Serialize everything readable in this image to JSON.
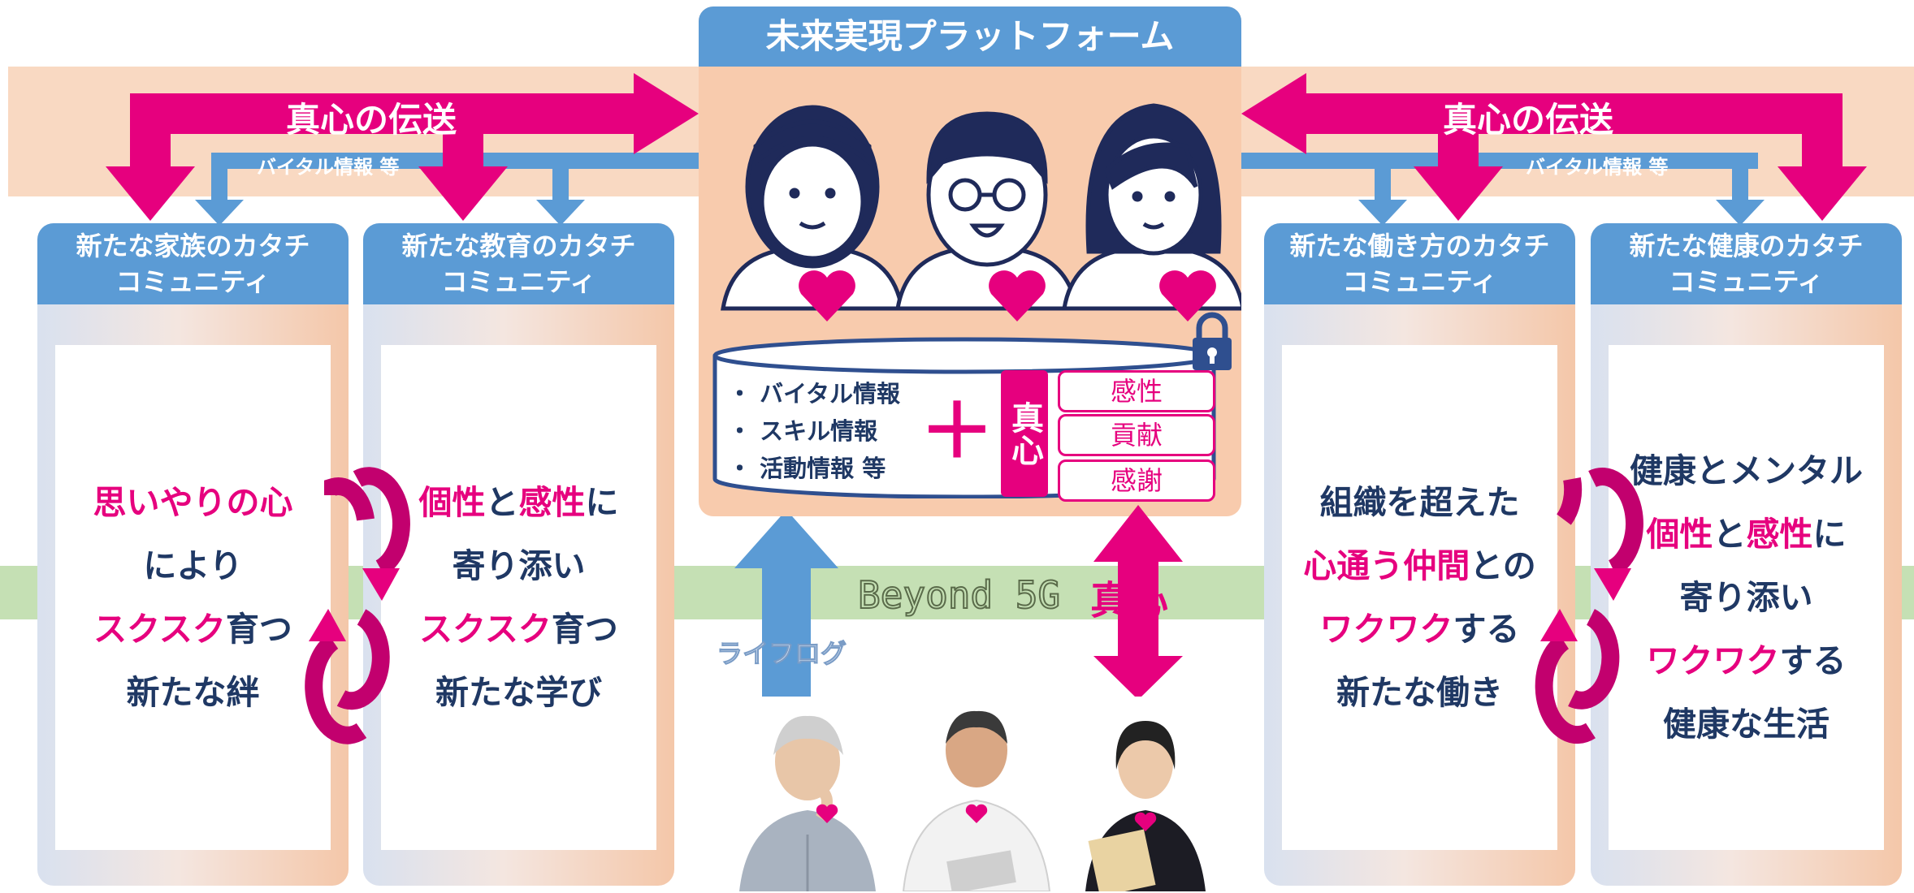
{
  "platform": {
    "title": "未来実現プラットフォーム",
    "data_items": [
      "バイタル情報",
      "スキル情報",
      "活動情報 等"
    ],
    "plus": "＋",
    "shinshin_badge": "真心",
    "heart_values": [
      "感性",
      "貢献",
      "感謝"
    ]
  },
  "transmission": {
    "left_label": "真心の伝送",
    "right_label": "真心の伝送",
    "left_vital": "バイタル情報 等",
    "right_vital": "バイタル情報 等"
  },
  "network": {
    "label": "Beyond 5G",
    "shinshin": "真心",
    "lifelog": "ライフログ"
  },
  "communities": [
    {
      "title_1": "新たな家族のカタチ",
      "title_2": "コミュニティ",
      "lines": [
        [
          {
            "t": "思いやりの心",
            "pink": true
          }
        ],
        [
          {
            "t": "により",
            "pink": false
          }
        ],
        [
          {
            "t": "スクスク",
            "pink": true
          },
          {
            "t": "育つ",
            "pink": false
          }
        ],
        [
          {
            "t": "新たな絆",
            "pink": false
          }
        ]
      ]
    },
    {
      "title_1": "新たな教育のカタチ",
      "title_2": "コミュニティ",
      "lines": [
        [
          {
            "t": "個性",
            "pink": true
          },
          {
            "t": "と",
            "pink": false
          },
          {
            "t": "感性",
            "pink": true
          },
          {
            "t": "に",
            "pink": false
          }
        ],
        [
          {
            "t": "寄り添い",
            "pink": false
          }
        ],
        [
          {
            "t": "スクスク",
            "pink": true
          },
          {
            "t": "育つ",
            "pink": false
          }
        ],
        [
          {
            "t": "新たな学び",
            "pink": false
          }
        ]
      ]
    },
    {
      "title_1": "新たな働き方のカタチ",
      "title_2": "コミュニティ",
      "lines": [
        [
          {
            "t": "組織を超えた",
            "pink": false
          }
        ],
        [
          {
            "t": "心通う仲間",
            "pink": true
          },
          {
            "t": "との",
            "pink": false
          }
        ],
        [
          {
            "t": "ワクワク",
            "pink": true
          },
          {
            "t": "する",
            "pink": false
          }
        ],
        [
          {
            "t": "新たな働き",
            "pink": false
          }
        ]
      ]
    },
    {
      "title_1": "新たな健康のカタチ",
      "title_2": "コミュニティ",
      "lines": [
        [
          {
            "t": "健康とメンタル",
            "pink": false
          }
        ],
        [
          {
            "t": "個性",
            "pink": true
          },
          {
            "t": "と",
            "pink": false
          },
          {
            "t": "感性",
            "pink": true
          },
          {
            "t": "に",
            "pink": false
          }
        ],
        [
          {
            "t": "寄り添い",
            "pink": false
          }
        ],
        [
          {
            "t": "ワクワク",
            "pink": true
          },
          {
            "t": "する",
            "pink": false
          }
        ],
        [
          {
            "t": "健康な生活",
            "pink": false
          }
        ]
      ]
    }
  ],
  "colors": {
    "pink": "#e6007e",
    "blue": "#5b9bd5",
    "navy": "#1f3864",
    "peach": "#f8cbad",
    "green_band": "#c5e0b4"
  },
  "icons": [
    "heart-icon",
    "lock-icon",
    "cycle-arrows-icon",
    "person-illustration",
    "person-photo"
  ]
}
